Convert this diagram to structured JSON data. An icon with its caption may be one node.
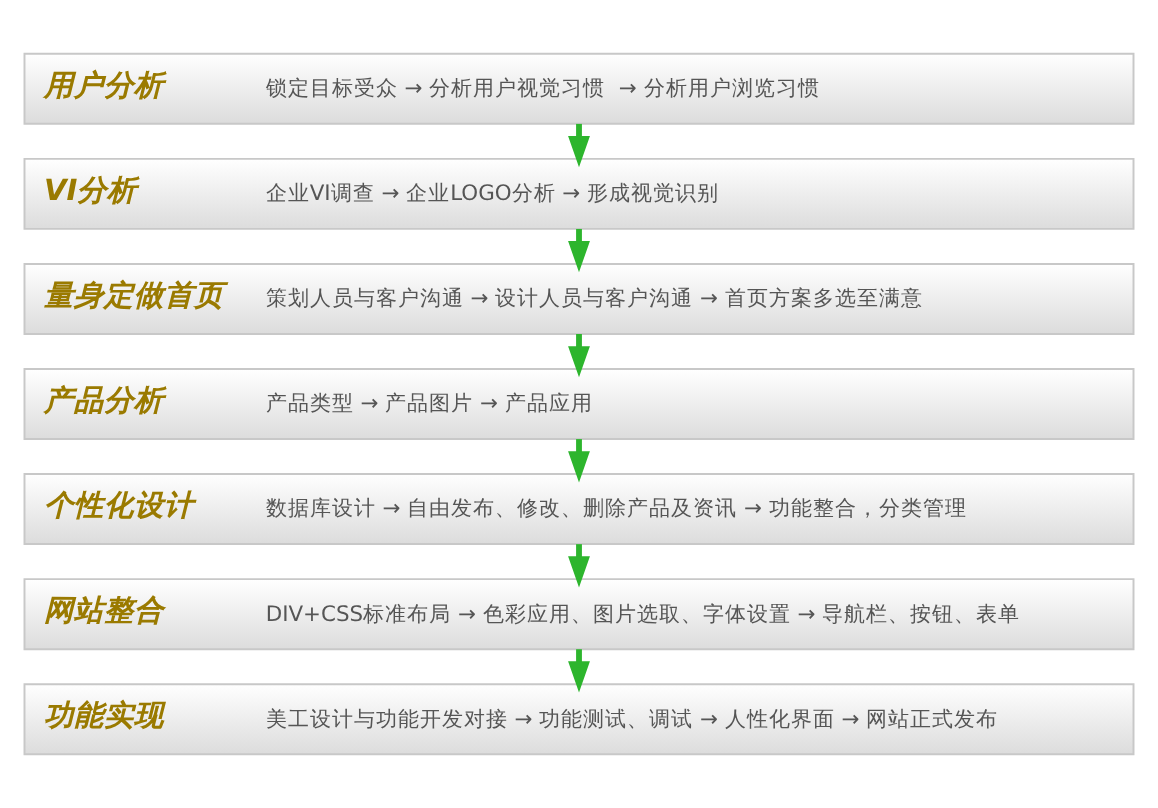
{
  "diagram": {
    "nodes": [
      {
        "text": [
          "用户分析",
          "锁定目标受众 → 分析用户视觉习惯  → 分析用户浏览习惯"
        ]
      },
      {
        "text": [
          "VI分析",
          "企业VI调查 → 企业LOGO分析 → 形成视觉识别"
        ]
      },
      {
        "text": [
          "量身定做首页",
          "策划人员与客户沟通 → 设计人员与客户沟通 → 首页方案多选至满意"
        ]
      },
      {
        "text": [
          "产品分析",
          "产品类型 → 产品图片 → 产品应用"
        ]
      },
      {
        "text": [
          "个性化设计",
          "数据库设计 → 自由发布、修改、删除产品及资讯 → 功能整合，分类管理"
        ]
      },
      {
        "text": [
          "网站整合",
          "DIV+CSS标准布局 → 色彩应用、图片选取、字体设置 → 导航栏、按钮、表单"
        ]
      },
      {
        "text": [
          "功能实现",
          "美工设计与功能开发对接 → 功能测试、调试 → 人性化界面 → 网站正式发布"
        ]
      }
    ],
    "edges": [
      {
        "from": 0,
        "to": 1,
        "arrow": "to"
      },
      {
        "from": 1,
        "to": 2,
        "arrow": "to"
      },
      {
        "from": 2,
        "to": 3,
        "arrow": "to"
      },
      {
        "from": 3,
        "to": 4,
        "arrow": "to"
      },
      {
        "from": 4,
        "to": 5,
        "arrow": "to"
      },
      {
        "from": 5,
        "to": 6,
        "arrow": "to"
      }
    ]
  }
}
